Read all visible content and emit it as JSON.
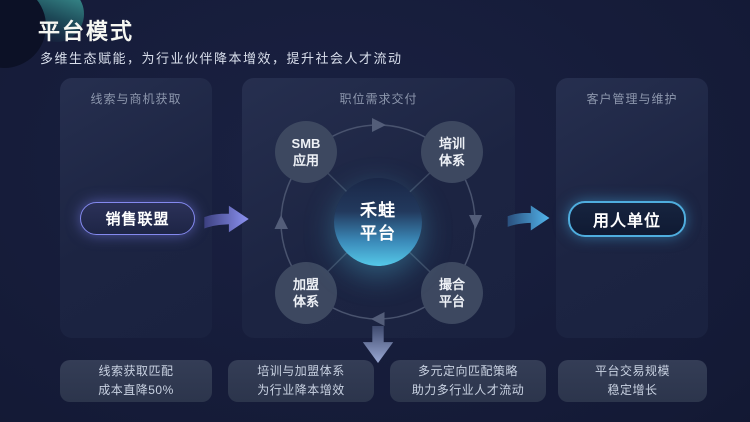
{
  "page": {
    "title": "平台模式",
    "subtitle": "多维生态赋能，为行业伙伴降本增效，提升社会人才流动"
  },
  "panels": {
    "left": {
      "header": "线索与商机获取",
      "button": "销售联盟"
    },
    "middle": {
      "header": "职位需求交付",
      "center": {
        "line1": "禾蛙",
        "line2": "平台"
      },
      "satellites": [
        {
          "line1": "SMB",
          "line2": "应用"
        },
        {
          "line1": "培训",
          "line2": "体系"
        },
        {
          "line1": "加盟",
          "line2": "体系"
        },
        {
          "line1": "撮合",
          "line2": "平台"
        }
      ]
    },
    "right": {
      "header": "客户管理与维护",
      "button": "用人单位"
    }
  },
  "footer_cards": [
    {
      "line1": "线索获取匹配",
      "line2": "成本直降50%"
    },
    {
      "line1": "培训与加盟体系",
      "line2": "为行业降本增效"
    },
    {
      "line1": "多元定向匹配策略",
      "line2": "助力多行业人才流动"
    },
    {
      "line1": "平台交易规模",
      "line2": "稳定增长"
    }
  ],
  "icons": {
    "flow_arrow_right": "block-arrow-right",
    "flow_arrow_down": "block-arrow-down",
    "cycle_ring": "clockwise-cycle-ring"
  },
  "colors": {
    "accent_purple": "#8489ef",
    "accent_blue": "#4fadde",
    "center_cyan": "#55c9e9",
    "deco_teal": "#3c9493",
    "panel_bg": "#1c2442",
    "card_bg": "#2f3850"
  }
}
